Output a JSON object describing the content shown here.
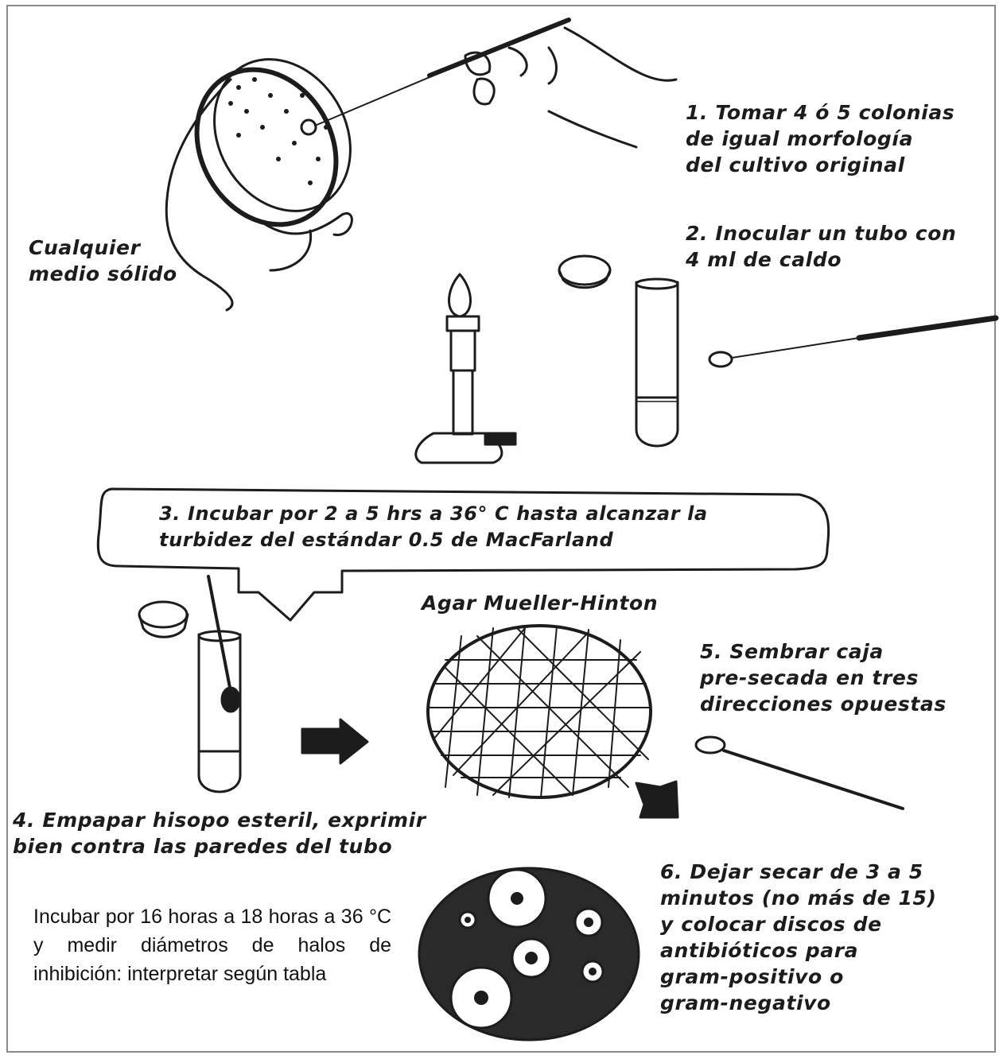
{
  "steps": {
    "step1": "1. Tomar 4 ó 5 colonias\nde igual morfología\ndel cultivo original",
    "step2": "2. Inocular un tubo con\n4 ml de caldo",
    "step3": "3. Incubar por 2 a 5 hrs a 36° C hasta alcanzar la\nturbidez del estándar 0.5 de MacFarland",
    "step4": "4. Empapar hisopo esteril, exprimir\nbien contra las paredes del tubo",
    "step5": "5. Sembrar caja\npre-secada en tres\ndirecciones opuestas",
    "step6": "6. Dejar secar de 3 a 5\nminutos (no más de 15)\ny colocar discos de\nantibióticos para\ngram-positivo o\ngram-negativo"
  },
  "labels": {
    "solid_medium": "Cualquier\nmedio sólido",
    "agar": "Agar Mueller-Hinton",
    "final_step": "Incubar por 16 horas a 18 horas a 36 °C y medir diámetros de halos de inhibición: interpretar según tabla"
  },
  "colors": {
    "ink": "#1c1c1c",
    "paper": "#ffffff"
  }
}
